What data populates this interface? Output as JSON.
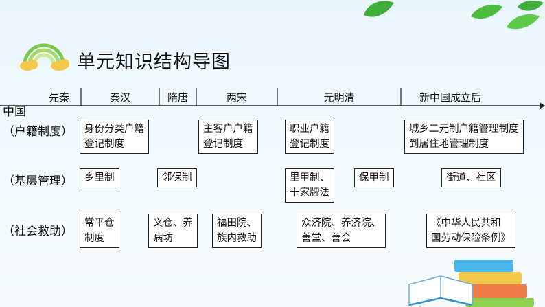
{
  "title": "单元知识结构导图",
  "axis": {
    "start_label": "中国",
    "eras": [
      "先秦",
      "秦汉",
      "隋唐",
      "两宋",
      "元明清",
      "新中国成立后"
    ]
  },
  "rows": [
    {
      "label": "（户籍制度）"
    },
    {
      "label": "（基层管理）"
    },
    {
      "label": "（社会救助）"
    }
  ],
  "boxes": {
    "huji": [
      [
        "身份分类户籍",
        "登记制度"
      ],
      [
        "主客户户籍",
        "登记制度"
      ],
      [
        "职业户籍",
        "登记制度"
      ],
      [
        "城乡二元制户籍管理制度",
        "到居住地管理制度"
      ]
    ],
    "jiceng": [
      [
        "乡里制"
      ],
      [
        "邻保制"
      ],
      [
        "里甲制、",
        "十家牌法"
      ],
      [
        "保甲制"
      ],
      [
        "街道、社区"
      ]
    ],
    "jiuzhu": [
      [
        "常平仓",
        "制度"
      ],
      [
        "义仓、养",
        "病坊"
      ],
      [
        "福田院、",
        "族内救助"
      ],
      [
        "众济院、养济院、",
        "善堂、善会"
      ],
      [
        "《中华人民共和",
        "国劳动保险条例》"
      ]
    ]
  },
  "colors": {
    "leaf": "#3fae3a",
    "cloud": "#f2c94c",
    "rainbow_outer": "#7ec850",
    "rainbow_inner": "#a6d96a"
  }
}
